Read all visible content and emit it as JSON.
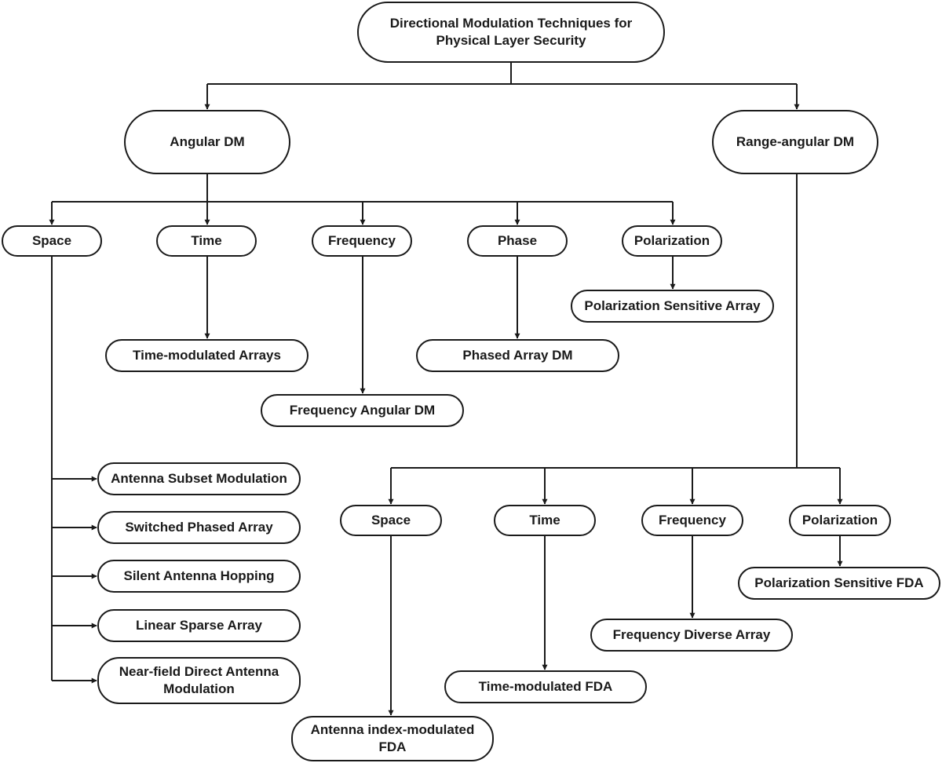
{
  "root": "Directional Modulation Techniques for\nPhysical Layer Security",
  "angular": {
    "title": "Angular DM",
    "space": "Space",
    "time": "Time",
    "frequency": "Frequency",
    "phase": "Phase",
    "polarization": "Polarization",
    "time_child": "Time-modulated Arrays",
    "frequency_child": "Frequency Angular DM",
    "phase_child": "Phased Array DM",
    "polarization_child": "Polarization Sensitive Array",
    "space_children": [
      "Antenna Subset Modulation",
      "Switched Phased Array",
      "Silent Antenna Hopping",
      "Linear Sparse Array",
      "Near-field Direct Antenna\nModulation"
    ]
  },
  "range_angular": {
    "title": "Range-angular DM",
    "space": "Space",
    "time": "Time",
    "frequency": "Frequency",
    "polarization": "Polarization",
    "space_child": "Antenna index-modulated\nFDA",
    "time_child": "Time-modulated FDA",
    "frequency_child": "Frequency Diverse Array",
    "polarization_child": "Polarization Sensitive FDA"
  },
  "colors": {
    "stroke": "#1a1a1a",
    "fill": "#ffffff"
  }
}
